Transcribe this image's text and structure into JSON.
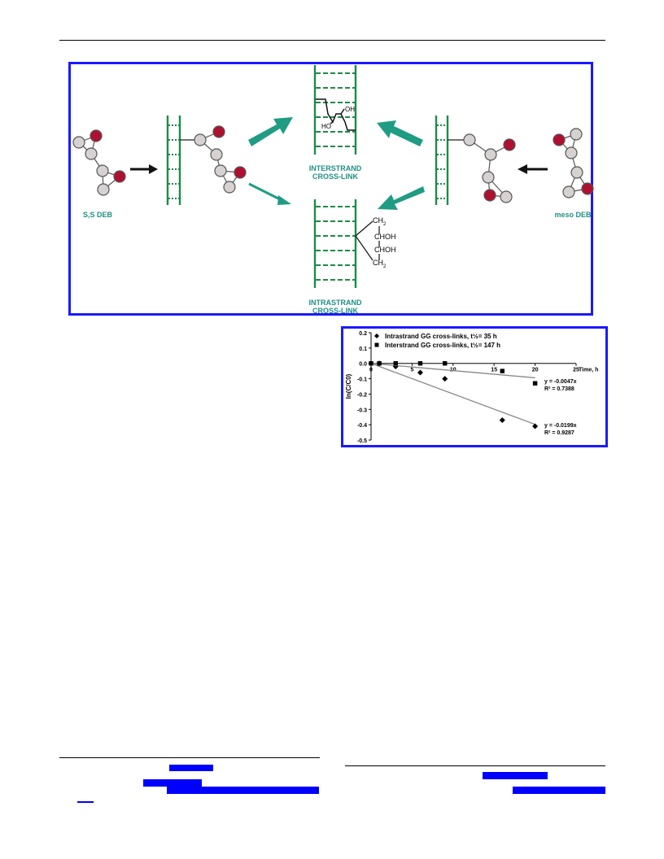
{
  "scheme": {
    "label_left": "S,S DEB",
    "label_right": "meso DEB",
    "label_inter_1": "INTERSTRAND",
    "label_inter_2": "CROSS-LINK",
    "label_intra_1": "INTRASTRAND",
    "label_intra_2": "CROSS-LINK",
    "inter_ho": "HO",
    "inter_oh": "OH",
    "intra_ch2_top": "CH",
    "intra_sub_top": "2",
    "intra_chohA": "CHOH",
    "intra_chohB": "CHOH",
    "intra_ch2_bot": "CH",
    "intra_sub_bot": "2",
    "colors": {
      "frame": "#1a1aff",
      "teal": "#1f9c83",
      "ladder": "#1e8a4a",
      "oxygen": "#b01030",
      "carbon": "#d6d2d2"
    }
  },
  "chart_data": {
    "type": "scatter",
    "title": "",
    "xlabel": "Time, h",
    "ylabel": "ln(C/C0)",
    "xlim": [
      0,
      25
    ],
    "ylim": [
      -0.5,
      0.2
    ],
    "x_ticks": [
      "0",
      "5",
      "10",
      "15",
      "20",
      "25"
    ],
    "y_ticks": [
      "0.2",
      "0.1",
      "0.0",
      "-0.1",
      "-0.2",
      "-0.3",
      "-0.4",
      "-0.5"
    ],
    "series": [
      {
        "name": "Intrastrand GG cross-links, t½= 35 h",
        "marker": "diamond",
        "x": [
          0,
          1,
          3,
          6,
          9,
          16,
          20
        ],
        "y": [
          0,
          0,
          -0.02,
          -0.06,
          -0.1,
          -0.37,
          -0.41
        ],
        "fit": "y = -0.0199x",
        "r2": "R² = 0.9287",
        "slope": -0.0199
      },
      {
        "name": "Interstrand GG cross-links, t½= 147 h",
        "marker": "square",
        "x": [
          0,
          1,
          3,
          6,
          9,
          16,
          20
        ],
        "y": [
          0,
          0,
          0,
          0,
          0,
          -0.05,
          -0.13
        ],
        "fit": "y = -0.0047x",
        "r2": "R² = 0.7388",
        "slope": -0.0047
      }
    ],
    "legend": "top-left",
    "grid": false
  }
}
